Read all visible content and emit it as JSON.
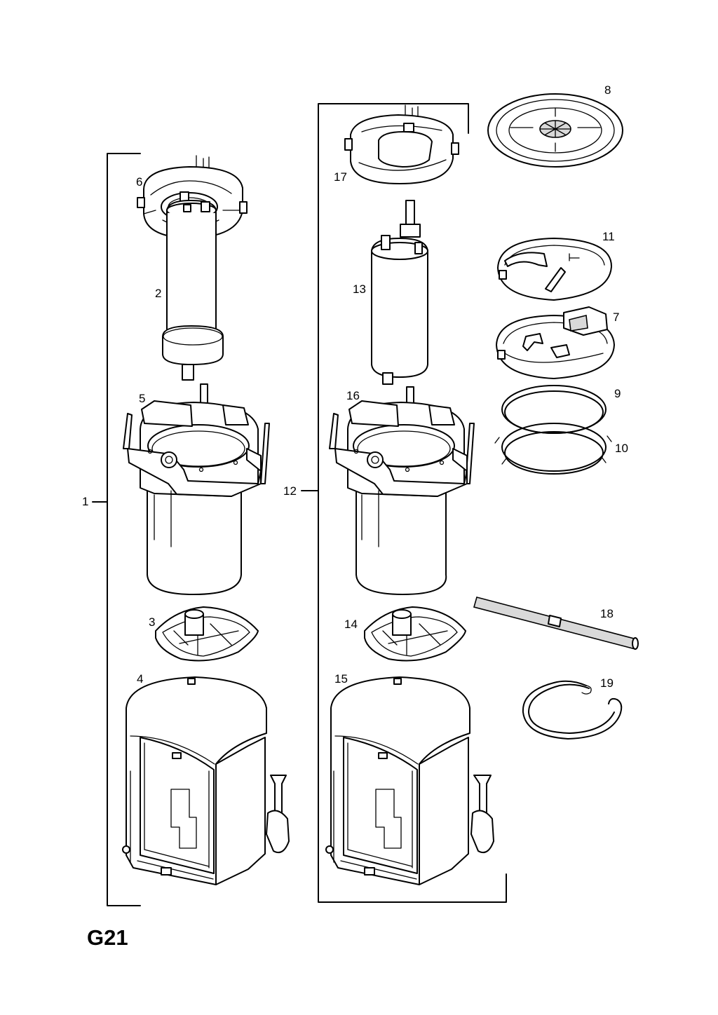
{
  "diagram": {
    "page_code": "G21",
    "callouts": [
      "1",
      "2",
      "3",
      "4",
      "5",
      "6",
      "7",
      "8",
      "9",
      "10",
      "11",
      "12",
      "13",
      "14",
      "15",
      "16",
      "17",
      "18",
      "19"
    ],
    "groups": [
      {
        "callout": "1",
        "members": [
          "2",
          "3",
          "4",
          "5",
          "6"
        ]
      },
      {
        "callout": "12",
        "members": [
          "13",
          "14",
          "15",
          "16",
          "17"
        ]
      }
    ]
  }
}
